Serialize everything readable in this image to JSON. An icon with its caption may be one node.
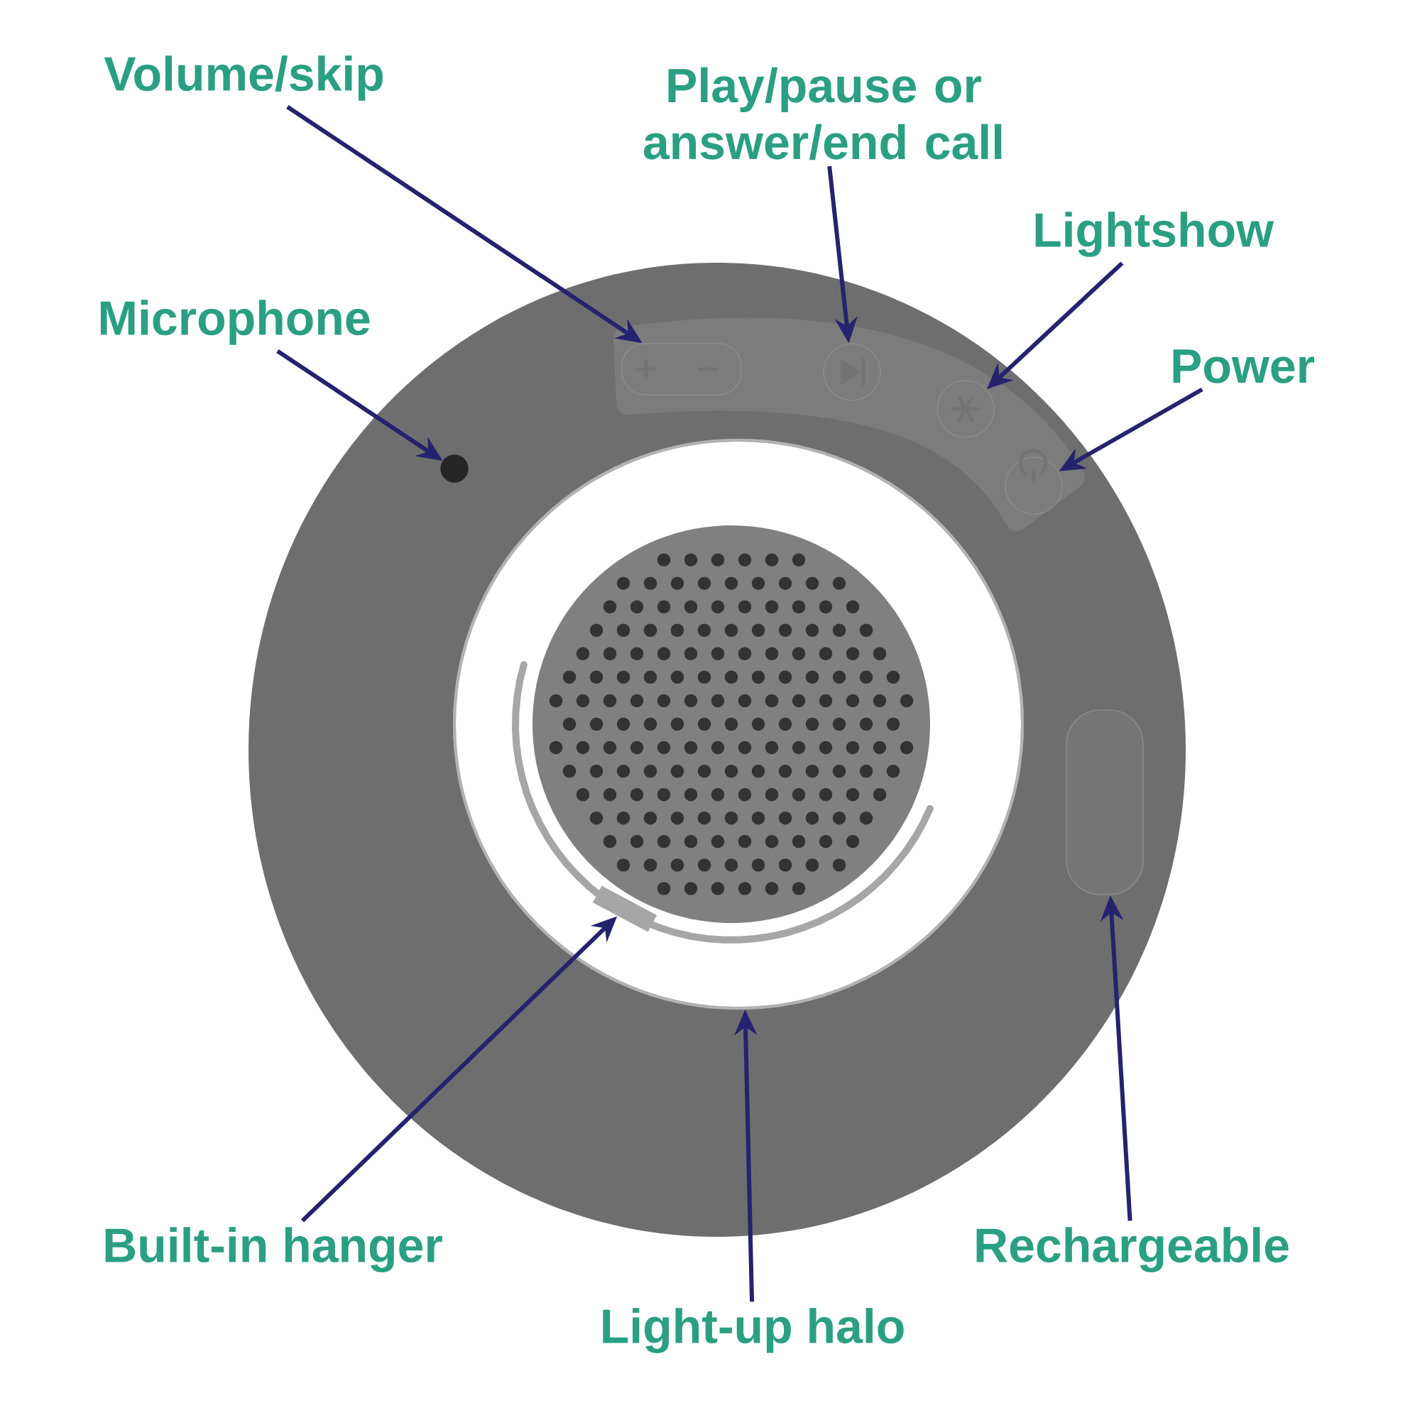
{
  "diagram": {
    "nodes": [
      {
        "text": [
          "Volume/skip"
        ]
      },
      {
        "text": [
          "Play/pause or answer/end call"
        ]
      },
      {
        "text": [
          "Lightshow"
        ]
      },
      {
        "text": [
          "Microphone"
        ]
      },
      {
        "text": [
          "Power"
        ]
      },
      {
        "text": [
          "Built-in hanger"
        ]
      },
      {
        "text": [
          "Light-up halo"
        ]
      },
      {
        "text": [
          "Rechargeable"
        ]
      },
      {
        "text": [],
        "shape": "box"
      },
      {
        "text": [],
        "shape": "circle"
      },
      {
        "text": [],
        "shape": "circle"
      },
      {
        "text": [],
        "shape": "circle"
      },
      {
        "text": [],
        "shape": "circle"
      },
      {
        "text": [],
        "shape": "bar",
        "in": 14
      },
      {
        "text": [],
        "shape": "circle"
      },
      {
        "text": [],
        "shape": "box"
      }
    ],
    "edges": [
      {
        "from": 0,
        "to": 8,
        "arrow": "to"
      },
      {
        "from": 1,
        "to": 9,
        "arrow": "to"
      },
      {
        "from": 2,
        "to": 10,
        "arrow": "to"
      },
      {
        "from": 3,
        "to": 11,
        "arrow": "to"
      },
      {
        "from": 4,
        "to": 12,
        "arrow": "to"
      },
      {
        "from": 5,
        "to": 13,
        "arrow": "to"
      },
      {
        "from": 6,
        "to": 14,
        "arrow": "to"
      },
      {
        "from": 7,
        "to": 15,
        "arrow": "to"
      }
    ]
  }
}
